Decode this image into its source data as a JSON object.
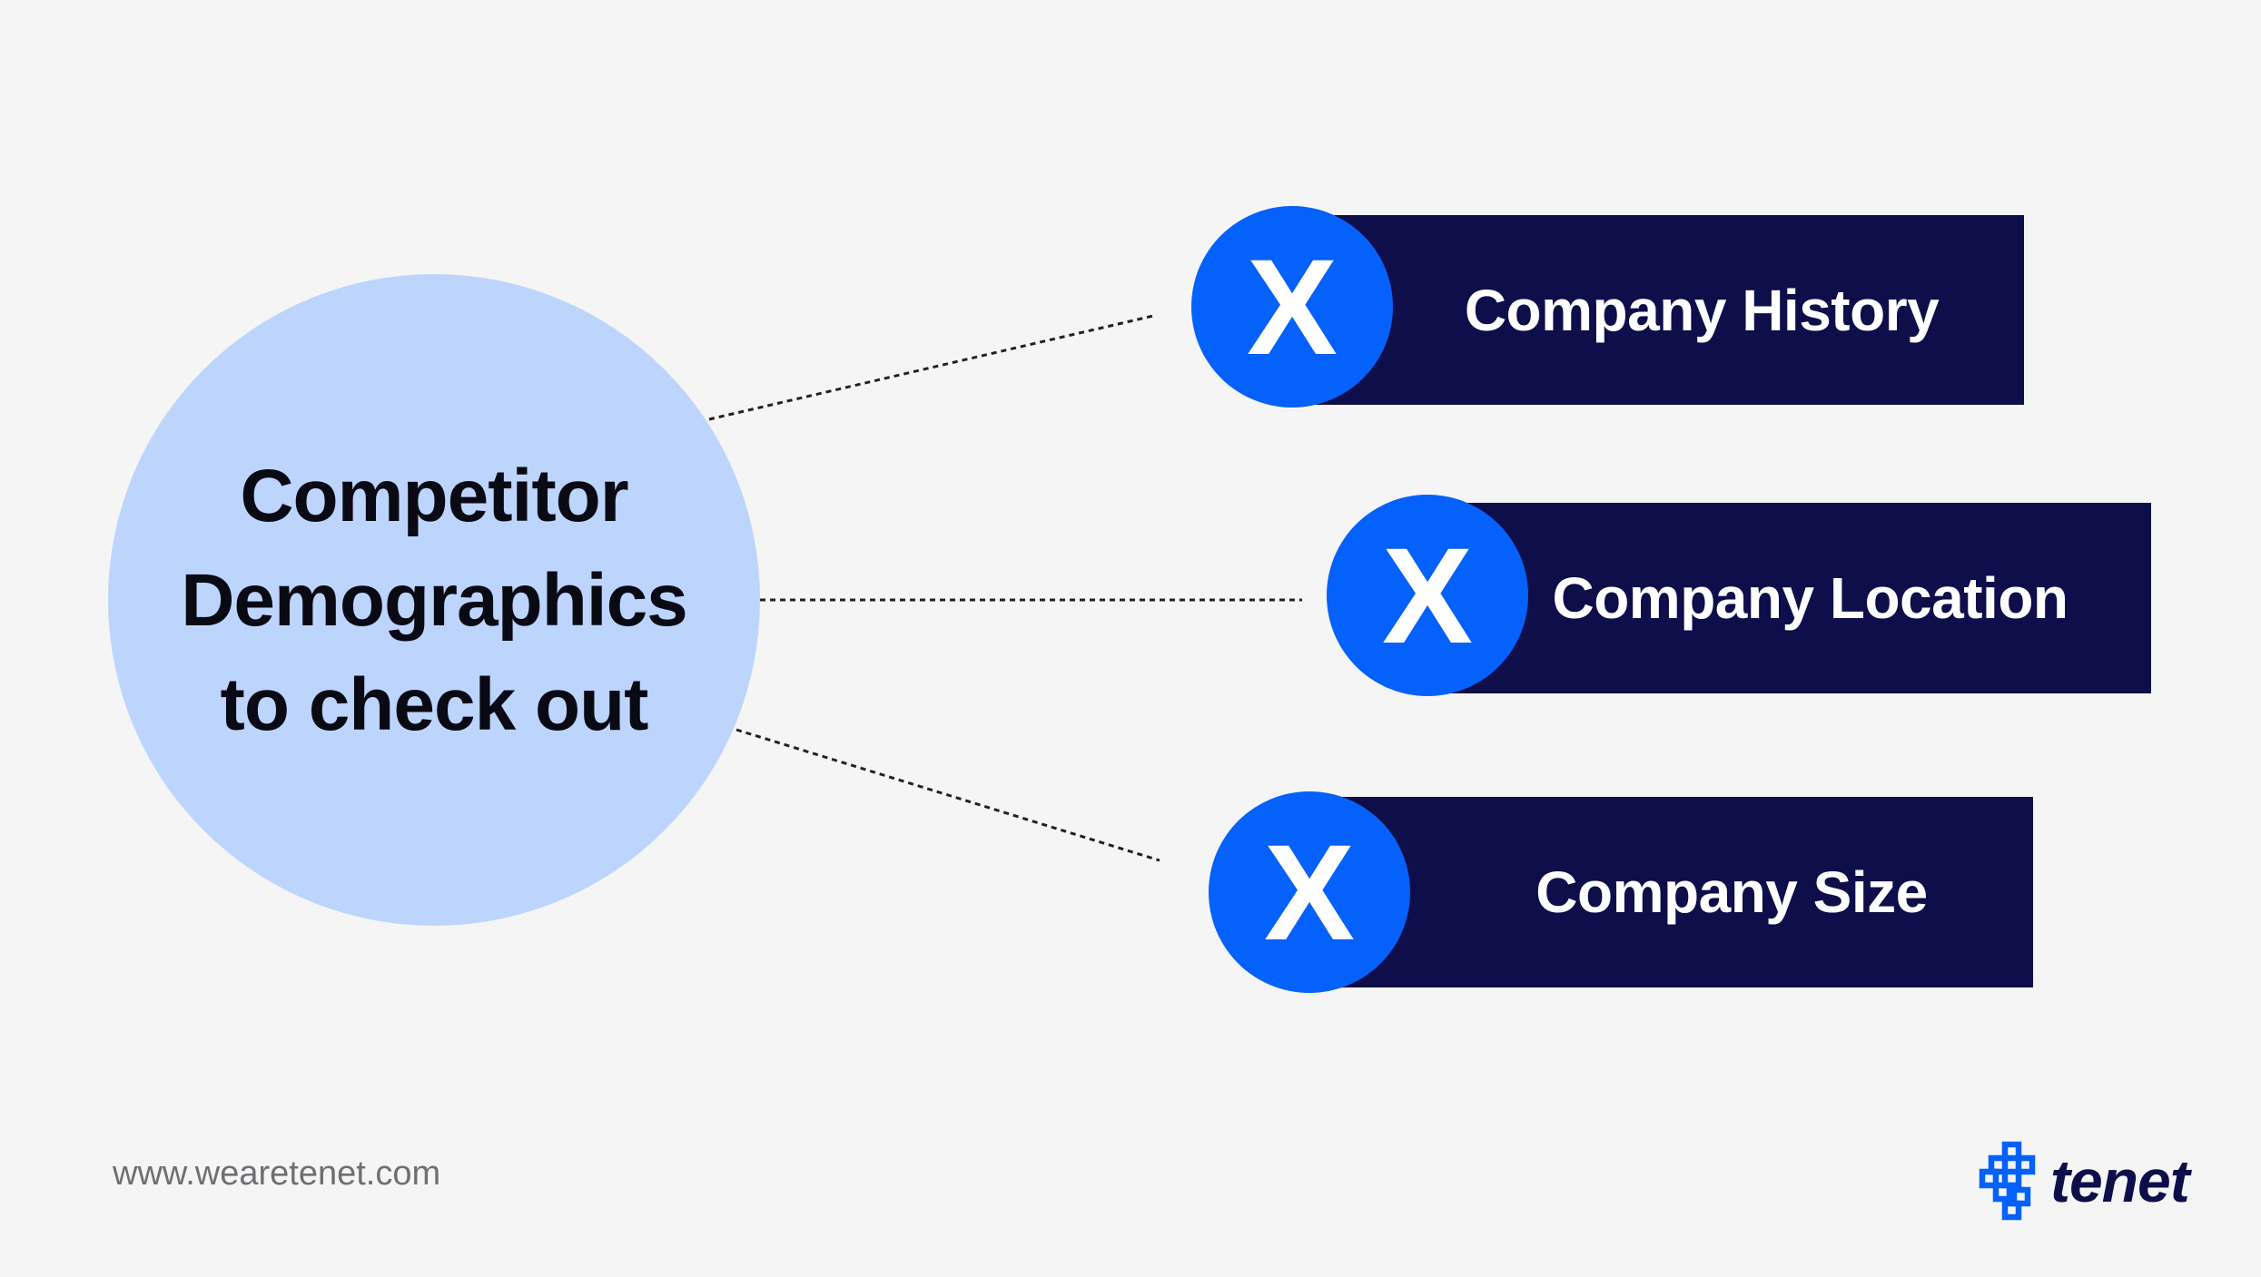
{
  "center": {
    "line1": "Competitor",
    "line2": "Demographics",
    "line3": "to check out"
  },
  "items": [
    {
      "icon": "x-icon",
      "symbol": "X",
      "label": "Company History"
    },
    {
      "icon": "x-icon",
      "symbol": "X",
      "label": "Company Location"
    },
    {
      "icon": "x-icon",
      "symbol": "X",
      "label": "Company Size"
    }
  ],
  "footer": {
    "url": "www.wearetenet.com",
    "brand": "tenet"
  },
  "colors": {
    "background": "#f5f5f5",
    "circle": "#bdd5fd",
    "box": "#0e0e4a",
    "accent": "#0561fb"
  }
}
